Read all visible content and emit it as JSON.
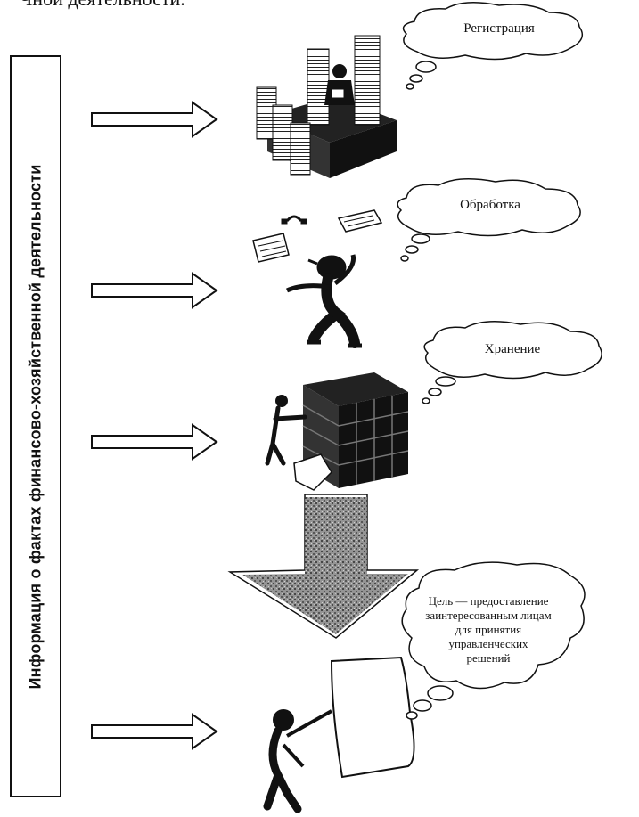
{
  "header": {
    "text": "Чной деятельности."
  },
  "side_label": "Информация о фактах финансово-хозяйственной деятельности",
  "stages": [
    {
      "label": "Регистрация"
    },
    {
      "label": "Обработка"
    },
    {
      "label": "Хранение"
    }
  ],
  "goal": {
    "lines": [
      "Цель — предоставление",
      "заинтересованным лицам",
      "для принятия",
      "управленческих",
      "решений"
    ]
  },
  "icons": {
    "register": "paper-stacks-desk-icon",
    "process": "juggling-person-icon",
    "store": "filing-cabinet-icon",
    "present": "presenter-icon"
  },
  "colors": {
    "ink": "#111111",
    "background": "#ffffff"
  }
}
